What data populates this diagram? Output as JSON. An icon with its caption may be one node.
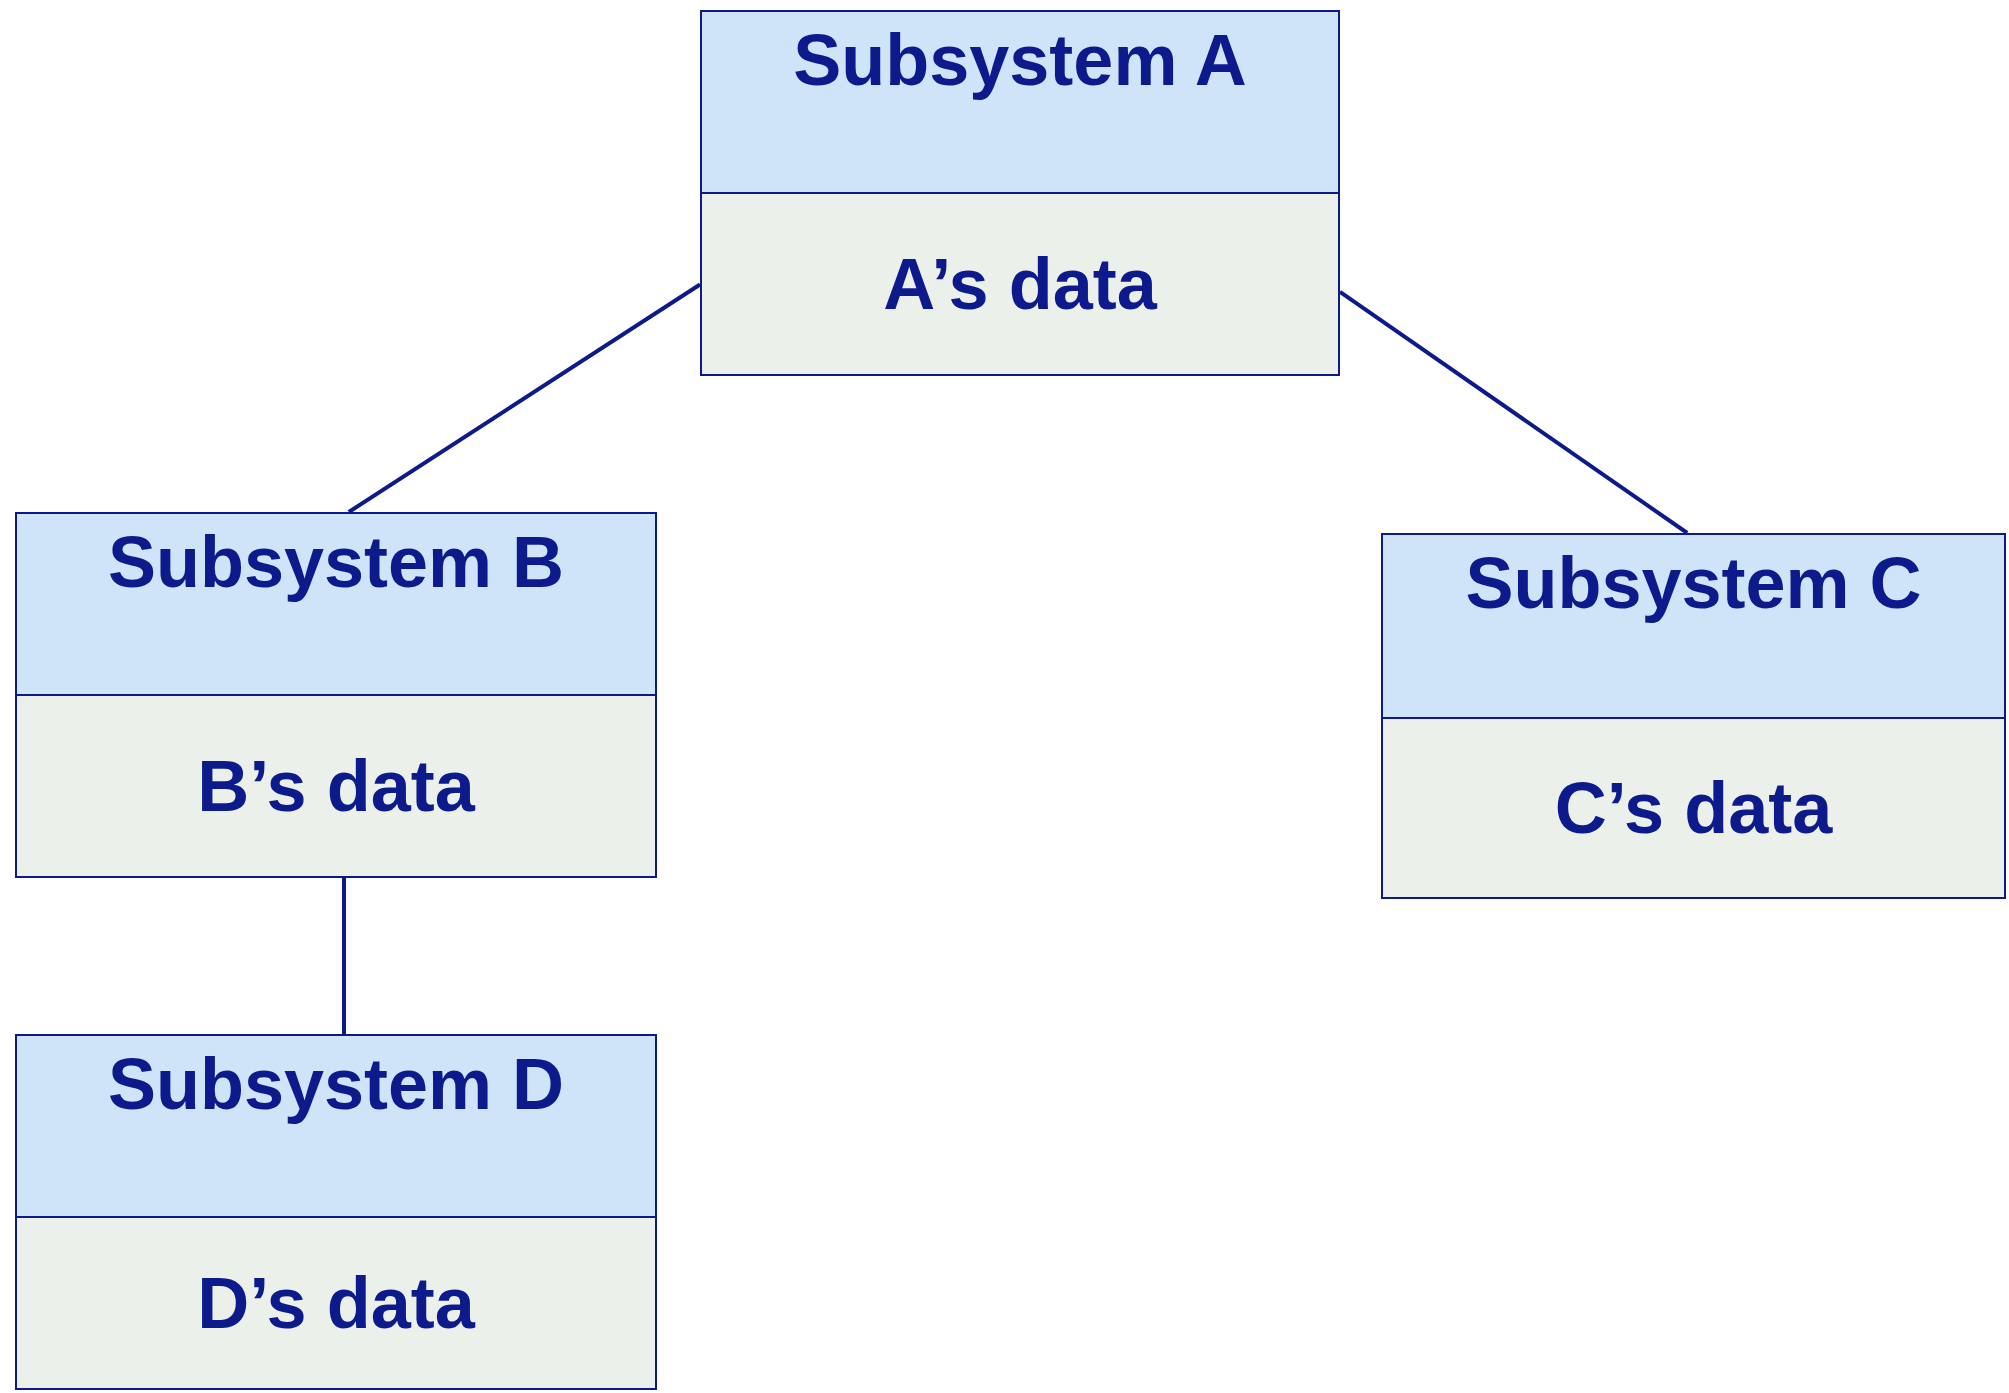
{
  "diagram": {
    "nodes": [
      {
        "text": [
          "Subsystem A",
          "A’s data"
        ]
      },
      {
        "text": [
          "Subsystem B",
          "B’s data"
        ]
      },
      {
        "text": [
          "Subsystem C",
          "C’s data"
        ]
      },
      {
        "text": [
          "Subsystem D",
          "D’s data"
        ]
      }
    ],
    "edges": [
      {
        "from": 0,
        "to": 1,
        "arrow": "none"
      },
      {
        "from": 0,
        "to": 2,
        "arrow": "none"
      },
      {
        "from": 1,
        "to": 3,
        "arrow": "none"
      }
    ]
  }
}
